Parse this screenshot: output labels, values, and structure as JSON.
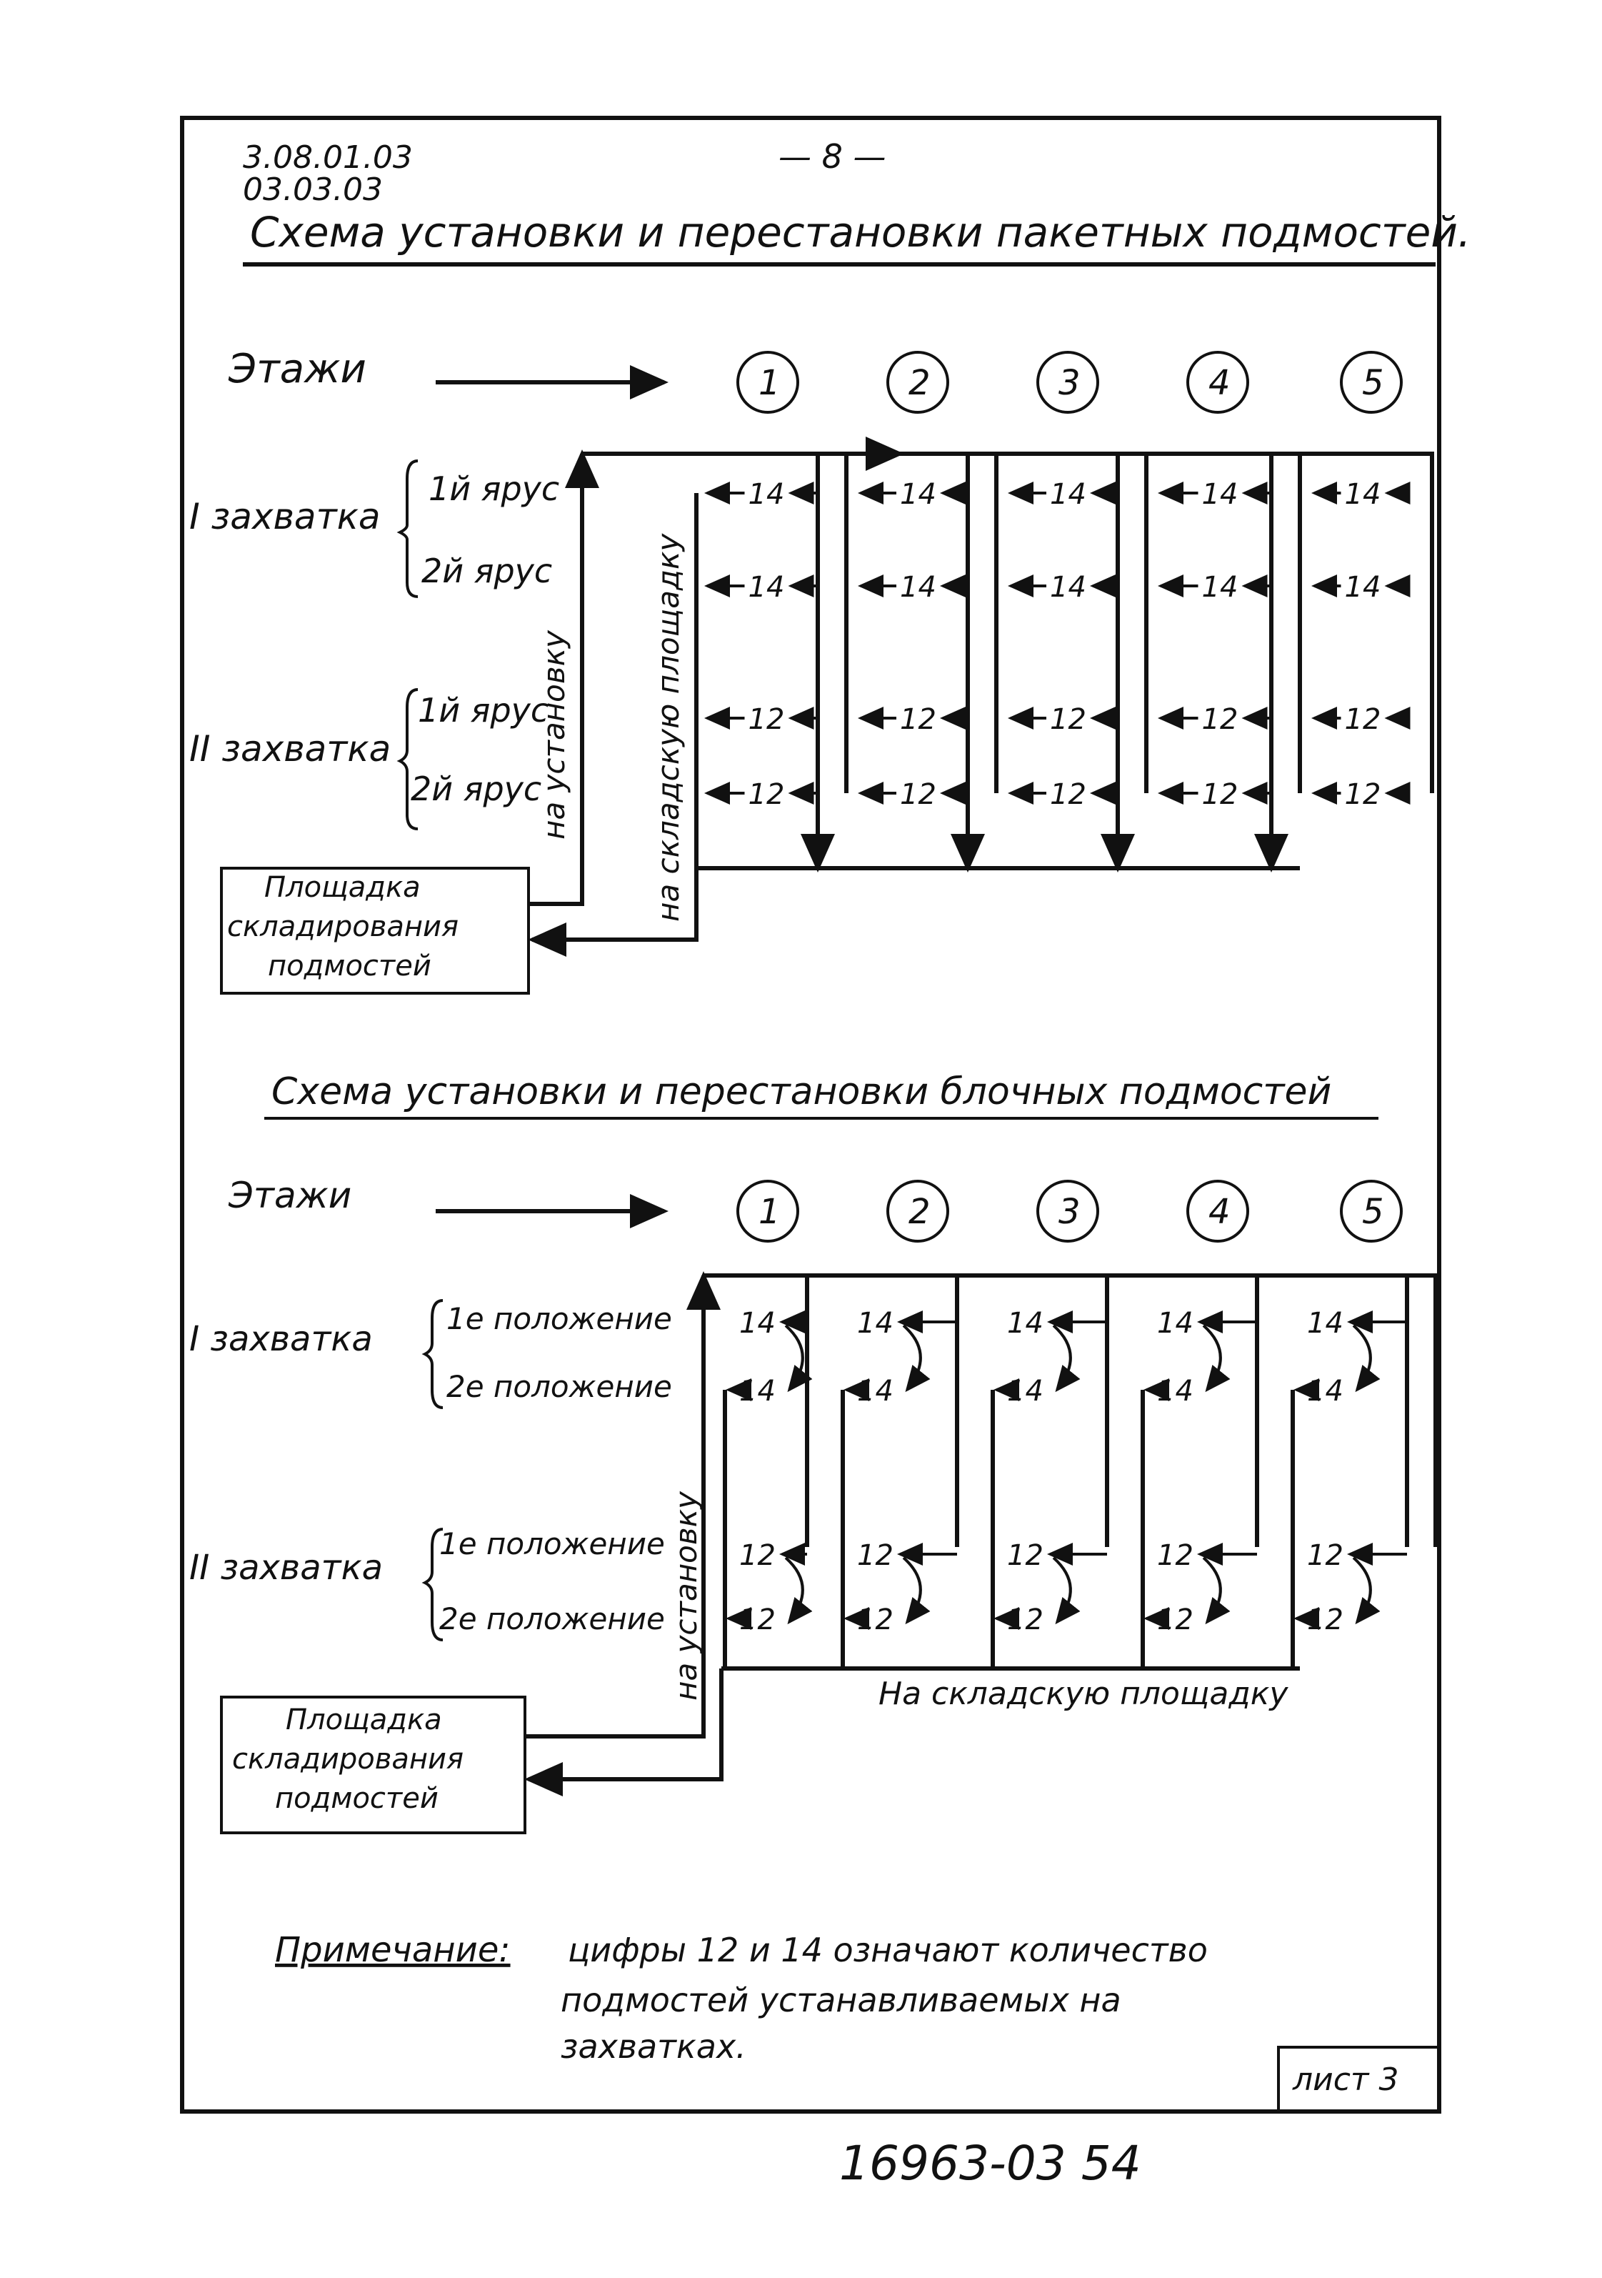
{
  "header": {
    "code_line1": "3.08.01.03",
    "code_line2": "03.03.03",
    "page_number": "— 8 —"
  },
  "scheme1": {
    "title": "Схема установки и перестановки пакетных подмостей.",
    "floors_label": "Этажи",
    "floors": [
      "1",
      "2",
      "3",
      "4",
      "5"
    ],
    "zone1": "I захватка",
    "zone2": "II захватка",
    "tier1": "1й ярус",
    "tier2": "2й ярус",
    "to_install": "на установку",
    "to_storage": "на складскую площадку",
    "storage_box": [
      "Площадка",
      "складирования",
      "подмостей"
    ],
    "counts": [
      14,
      14,
      12,
      12
    ]
  },
  "scheme2": {
    "title": "Схема установки и перестановки блочных подмостей",
    "floors_label": "Этажи",
    "floors": [
      "1",
      "2",
      "3",
      "4",
      "5"
    ],
    "zone1": "I захватка",
    "zone2": "II захватка",
    "pos1": "1е положение",
    "pos2": "2е положение",
    "to_install": "на установку",
    "to_storage": "На складскую площадку",
    "storage_box": [
      "Площадка",
      "складирования",
      "подмостей"
    ],
    "counts": [
      14,
      14,
      12,
      12
    ]
  },
  "note": {
    "label": "Примечание:",
    "lines": [
      "цифры 12 и 14 означают количество",
      "подмостей устанавливаемых на",
      "захватках."
    ]
  },
  "sheet": "лист 3",
  "footer_code": "16963-03 54"
}
